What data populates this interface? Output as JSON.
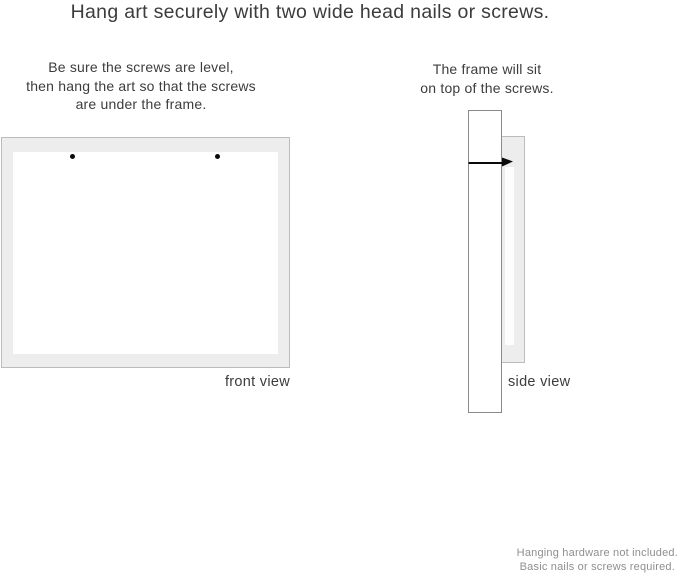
{
  "title": "Hang art securely with two wide head nails or screws.",
  "front_section": {
    "instruction": "Be sure the screws are level,\nthen hang the art so that the screws\nare under the frame.",
    "label": "front view"
  },
  "side_section": {
    "instruction": "The frame will sit\non top of the screws.",
    "label": "side view"
  },
  "footnote": "Hanging hardware not included.\nBasic nails or screws required.",
  "icons": {
    "screw_dot": "filled-black-circle",
    "nail": "horizontal-nail-with-head-pointing-right"
  },
  "colors": {
    "background": "#ffffff",
    "text": "#3c3c3c",
    "muted_text": "#8f8f8f",
    "frame_fill": "#ededed",
    "frame_border": "#bcbcbc",
    "wall_border": "#8a8a8a",
    "nail": "#0a0a0a"
  }
}
